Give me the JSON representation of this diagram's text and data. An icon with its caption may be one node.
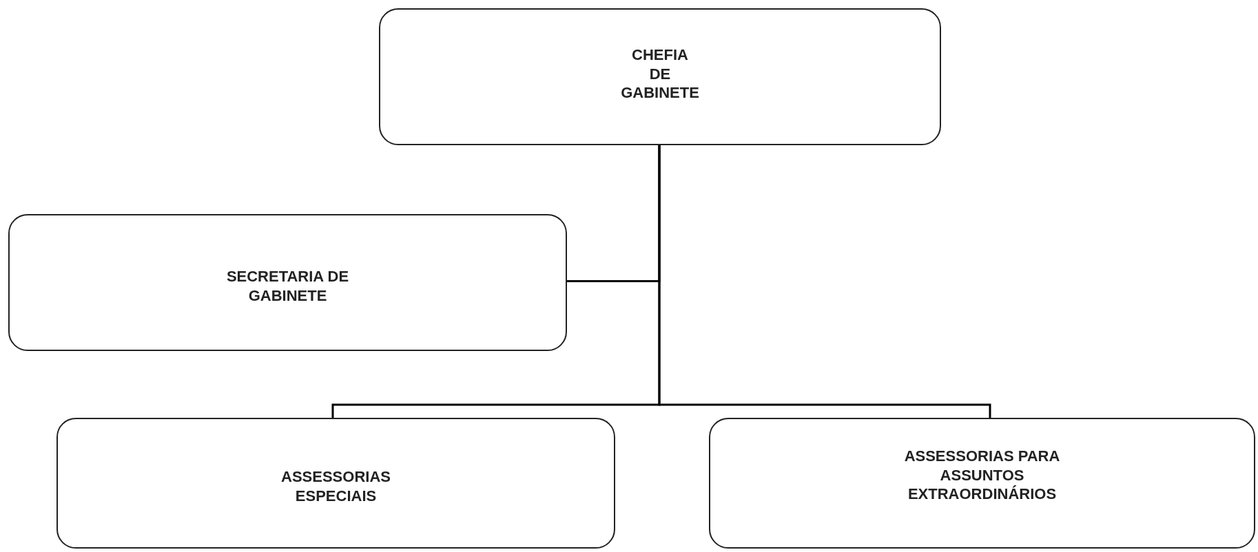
{
  "diagram": {
    "nodes": [
      {
        "text": [
          "CHEFIA DE GABINETE"
        ]
      },
      {
        "text": [
          "SECRETARIA DE GABINETE"
        ]
      },
      {
        "text": [
          "ASSESSORIAS ESPECIAIS"
        ]
      },
      {
        "text": [
          "ASSESSORIAS PARA ASSUNTOS EXTRAORDINÁRIOS"
        ]
      }
    ],
    "edges": [
      {
        "from": 0,
        "to": 1,
        "arrow": "none"
      },
      {
        "from": 0,
        "to": 2,
        "arrow": "none"
      },
      {
        "from": 0,
        "to": 3,
        "arrow": "none"
      }
    ]
  }
}
